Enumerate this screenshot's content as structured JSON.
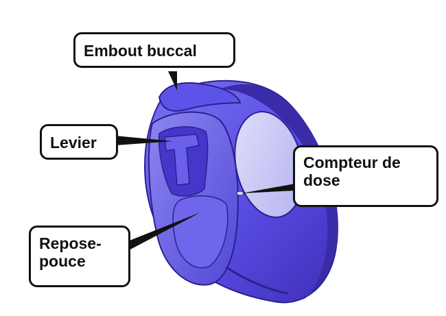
{
  "diagram": {
    "colors": {
      "device_body": "#5b4fe6",
      "device_dark": "#3f2fb8",
      "device_light": "#8c86f0",
      "counter_window": "#c8c8f4",
      "outline": "#111111",
      "callout_bg": "#ffffff"
    },
    "labels": {
      "embout": "Embout buccal",
      "levier": "Levier",
      "compteur_line1": "Compteur de",
      "compteur_line2": "dose",
      "repose_line1": "Repose-",
      "repose_line2": "pouce"
    }
  }
}
